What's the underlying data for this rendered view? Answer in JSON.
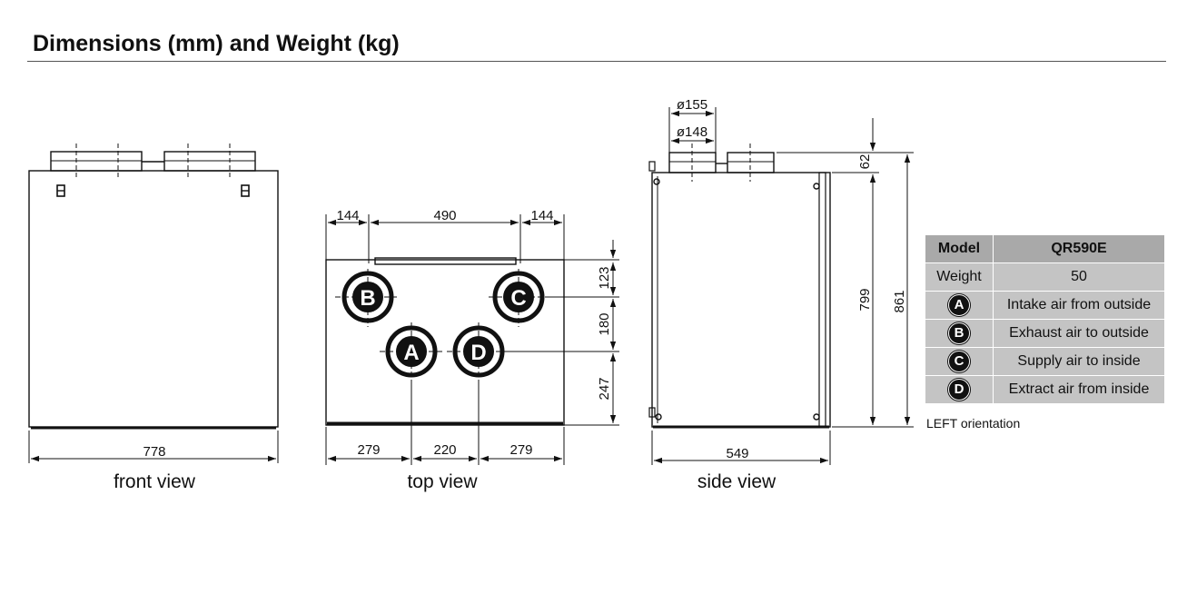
{
  "header": {
    "title": "Dimensions (mm) and Weight (kg)"
  },
  "views": {
    "front": {
      "label": "front view",
      "width": "778"
    },
    "top": {
      "label": "top view",
      "top_dims": [
        "144",
        "490",
        "144"
      ],
      "bottom_dims": [
        "279",
        "220",
        "279"
      ],
      "right_dims": [
        "123",
        "180",
        "247"
      ],
      "ports": [
        "B",
        "C",
        "A",
        "D"
      ]
    },
    "side": {
      "label": "side view",
      "depth": "549",
      "dia_outer": "ø155",
      "dia_inner": "ø148",
      "spigot": "62",
      "body_height": "799",
      "total_height": "861"
    }
  },
  "legend": {
    "header": [
      "Model",
      "QR590E"
    ],
    "weight_row": [
      "Weight",
      "50"
    ],
    "ports": [
      {
        "letter": "A",
        "desc": "Intake air from outside"
      },
      {
        "letter": "B",
        "desc": "Exhaust air to outside"
      },
      {
        "letter": "C",
        "desc": "Supply air to inside"
      },
      {
        "letter": "D",
        "desc": "Extract air from inside"
      }
    ],
    "orientation_note": "LEFT orientation"
  }
}
